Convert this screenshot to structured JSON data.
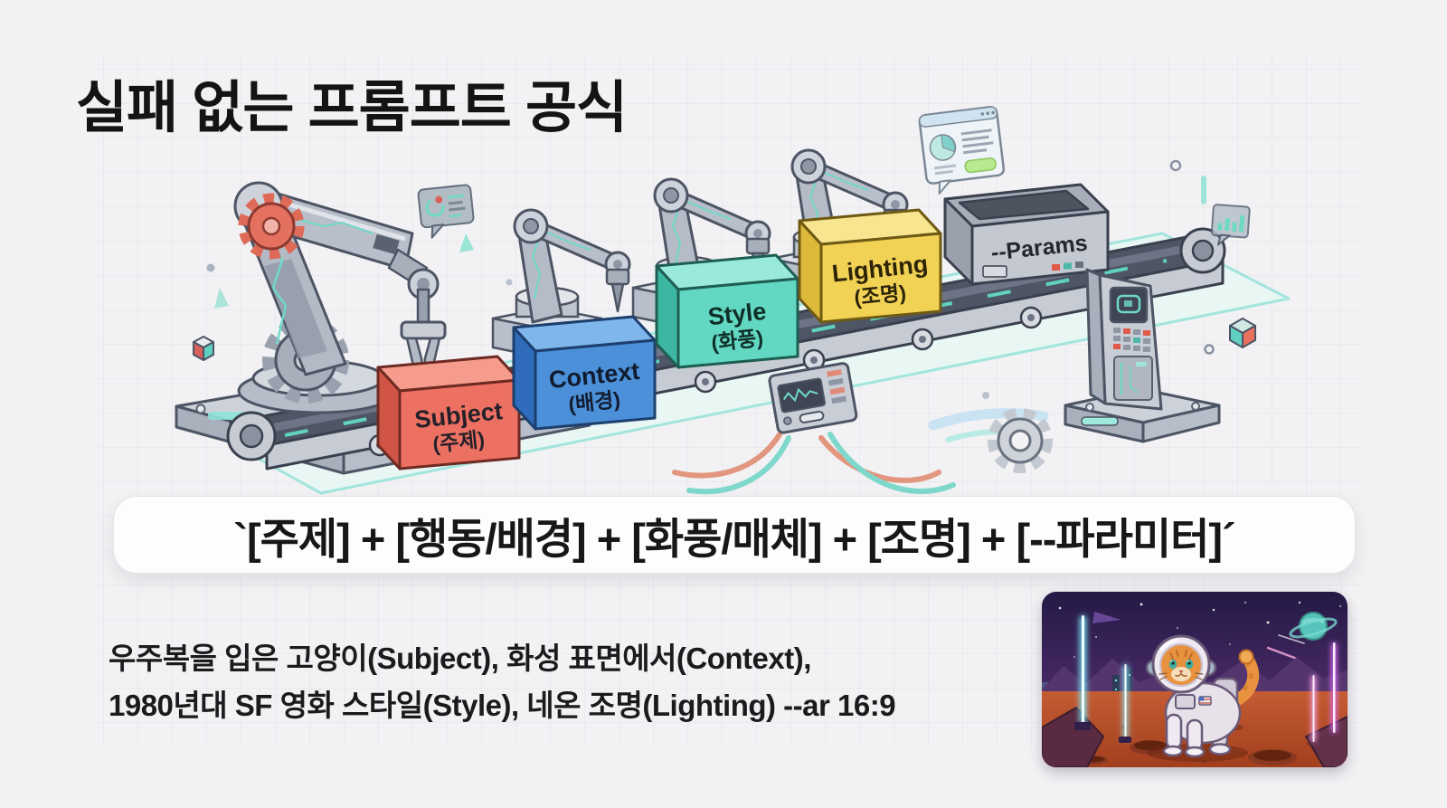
{
  "title": "실패 없는 프롬프트 공식",
  "machine": {
    "boxes": [
      {
        "en": "Subject",
        "ko": "(주제)",
        "face": "#ed7162",
        "top": "#f59c8d",
        "side": "#d05546",
        "edge": "#6e2a22"
      },
      {
        "en": "Context",
        "ko": "(배경)",
        "face": "#4b90d8",
        "top": "#7fb6ec",
        "side": "#2f6cbb",
        "edge": "#1d3f6e"
      },
      {
        "en": "Style",
        "ko": "(화풍)",
        "face": "#62d8c3",
        "top": "#9aeadb",
        "side": "#3db6a2",
        "edge": "#1e5e52"
      },
      {
        "en": "Lighting",
        "ko": "(조명)",
        "face": "#f1d254",
        "top": "#f8e590",
        "side": "#ddb93a",
        "edge": "#6e5a14"
      }
    ],
    "params_label": "--Params"
  },
  "formula": "`[주제] + [행동/배경] + [화풍/매체] + [조명] + [--파라미터]´",
  "example": {
    "line1": "우주복을 입은 고양이(Subject), 화성 표면에서(Context),",
    "line2": "1980년대 SF 영화 스타일(Style), 네온 조명(Lighting) --ar 16:9"
  },
  "colors": {
    "background": "#f2f1f3",
    "outline": "#4d5464",
    "metal": "#c9ced6",
    "accent_teal": "#6fd9c6",
    "accent_red": "#e06a5a"
  }
}
